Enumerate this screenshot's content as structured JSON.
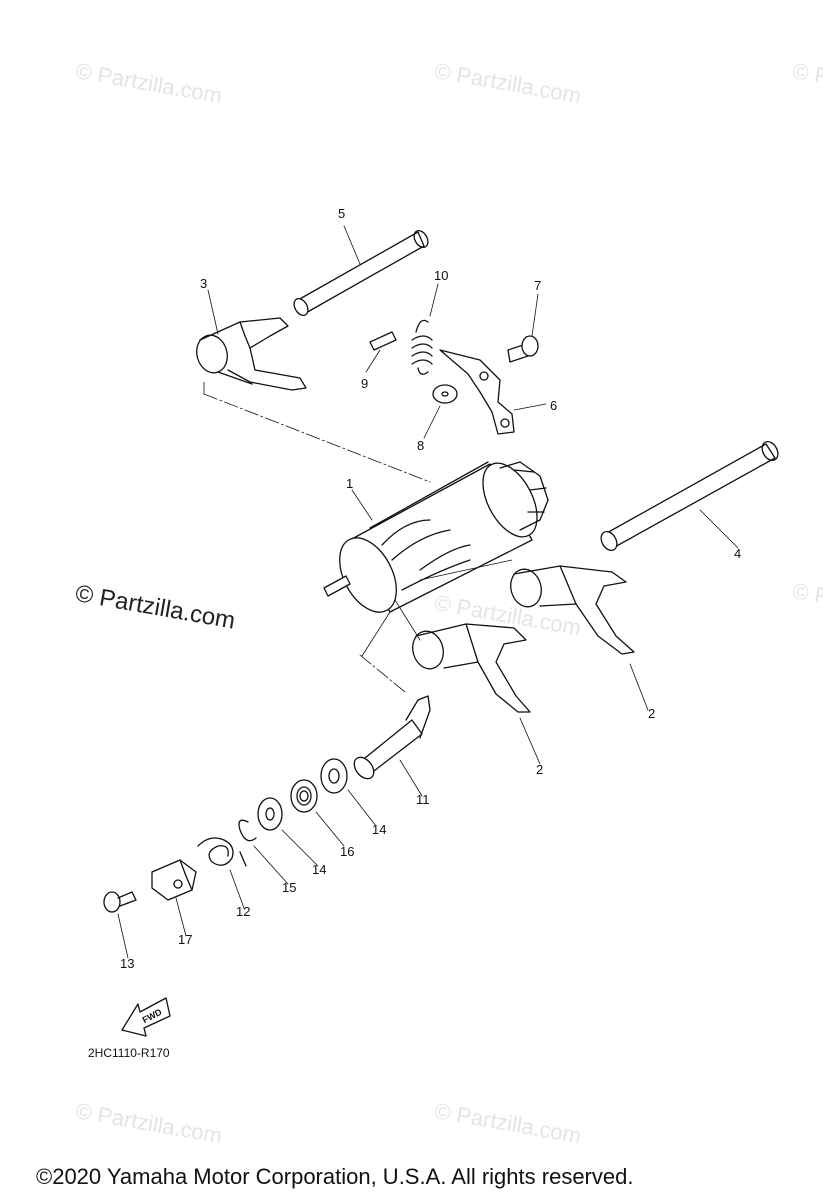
{
  "watermark": {
    "text": "© Partzilla.com",
    "visible_copies": 8
  },
  "callouts": [
    "1",
    "2",
    "2",
    "3",
    "4",
    "5",
    "6",
    "7",
    "8",
    "9",
    "10",
    "11",
    "12",
    "13",
    "14",
    "14",
    "15",
    "16",
    "17"
  ],
  "fwd_label": "FWD",
  "doc_code": "2HC1110-R170",
  "copyright": "©2020 Yamaha Motor Corporation, U.S.A. All rights reserved.",
  "colors": {
    "line": "#111111",
    "watermark_faint": "#e4e4e4",
    "watermark_strong": "#222222"
  }
}
